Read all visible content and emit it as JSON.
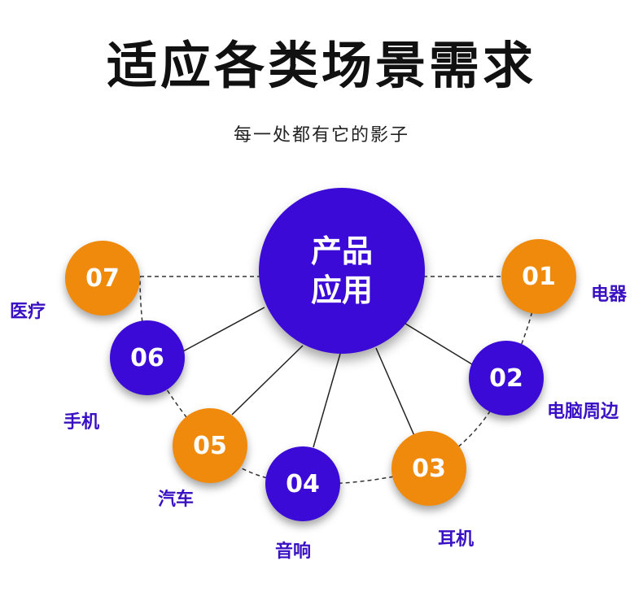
{
  "title": "适应各类场景需求",
  "subtitle": "每一处都有它的影子",
  "hub": {
    "line1": "产品",
    "line2": "应用"
  },
  "colors": {
    "orange": "#f08a0c",
    "purple": "#3b0ad6",
    "label": "#3a10c4"
  },
  "nodes": [
    {
      "number": "01",
      "label": "电器",
      "color": "orange"
    },
    {
      "number": "02",
      "label": "电脑周边",
      "color": "purple"
    },
    {
      "number": "03",
      "label": "耳机",
      "color": "orange"
    },
    {
      "number": "04",
      "label": "音响",
      "color": "purple"
    },
    {
      "number": "05",
      "label": "汽车",
      "color": "orange"
    },
    {
      "number": "06",
      "label": "手机",
      "color": "purple"
    },
    {
      "number": "07",
      "label": "医疗",
      "color": "orange"
    }
  ]
}
